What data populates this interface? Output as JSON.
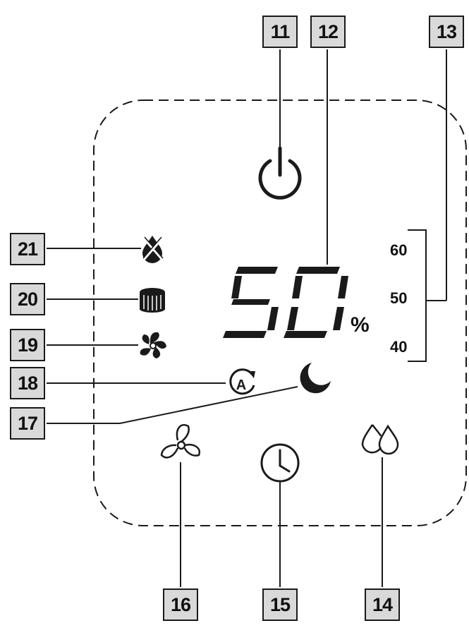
{
  "callouts": {
    "c11": "11",
    "c12": "12",
    "c13": "13",
    "c14": "14",
    "c15": "15",
    "c16": "16",
    "c17": "17",
    "c18": "18",
    "c19": "19",
    "c20": "20",
    "c21": "21"
  },
  "display": {
    "humidity_digits": "50",
    "unit": "%"
  },
  "humidity_scale": [
    "60",
    "50",
    "40"
  ],
  "icons": {
    "power": "power-icon",
    "tank_full": "water-tank-full-icon",
    "filter": "filter-icon",
    "fan_running": "fan-running-icon",
    "auto_mode": "auto-mode-icon",
    "sleep_mode": "sleep-mode-moon-icon",
    "fan_speed": "fan-speed-icon",
    "timer": "timer-clock-icon",
    "dehumidify": "water-drops-icon"
  },
  "colors": {
    "line": "#1a1a1a",
    "callout_fill": "#d9d9d9"
  }
}
